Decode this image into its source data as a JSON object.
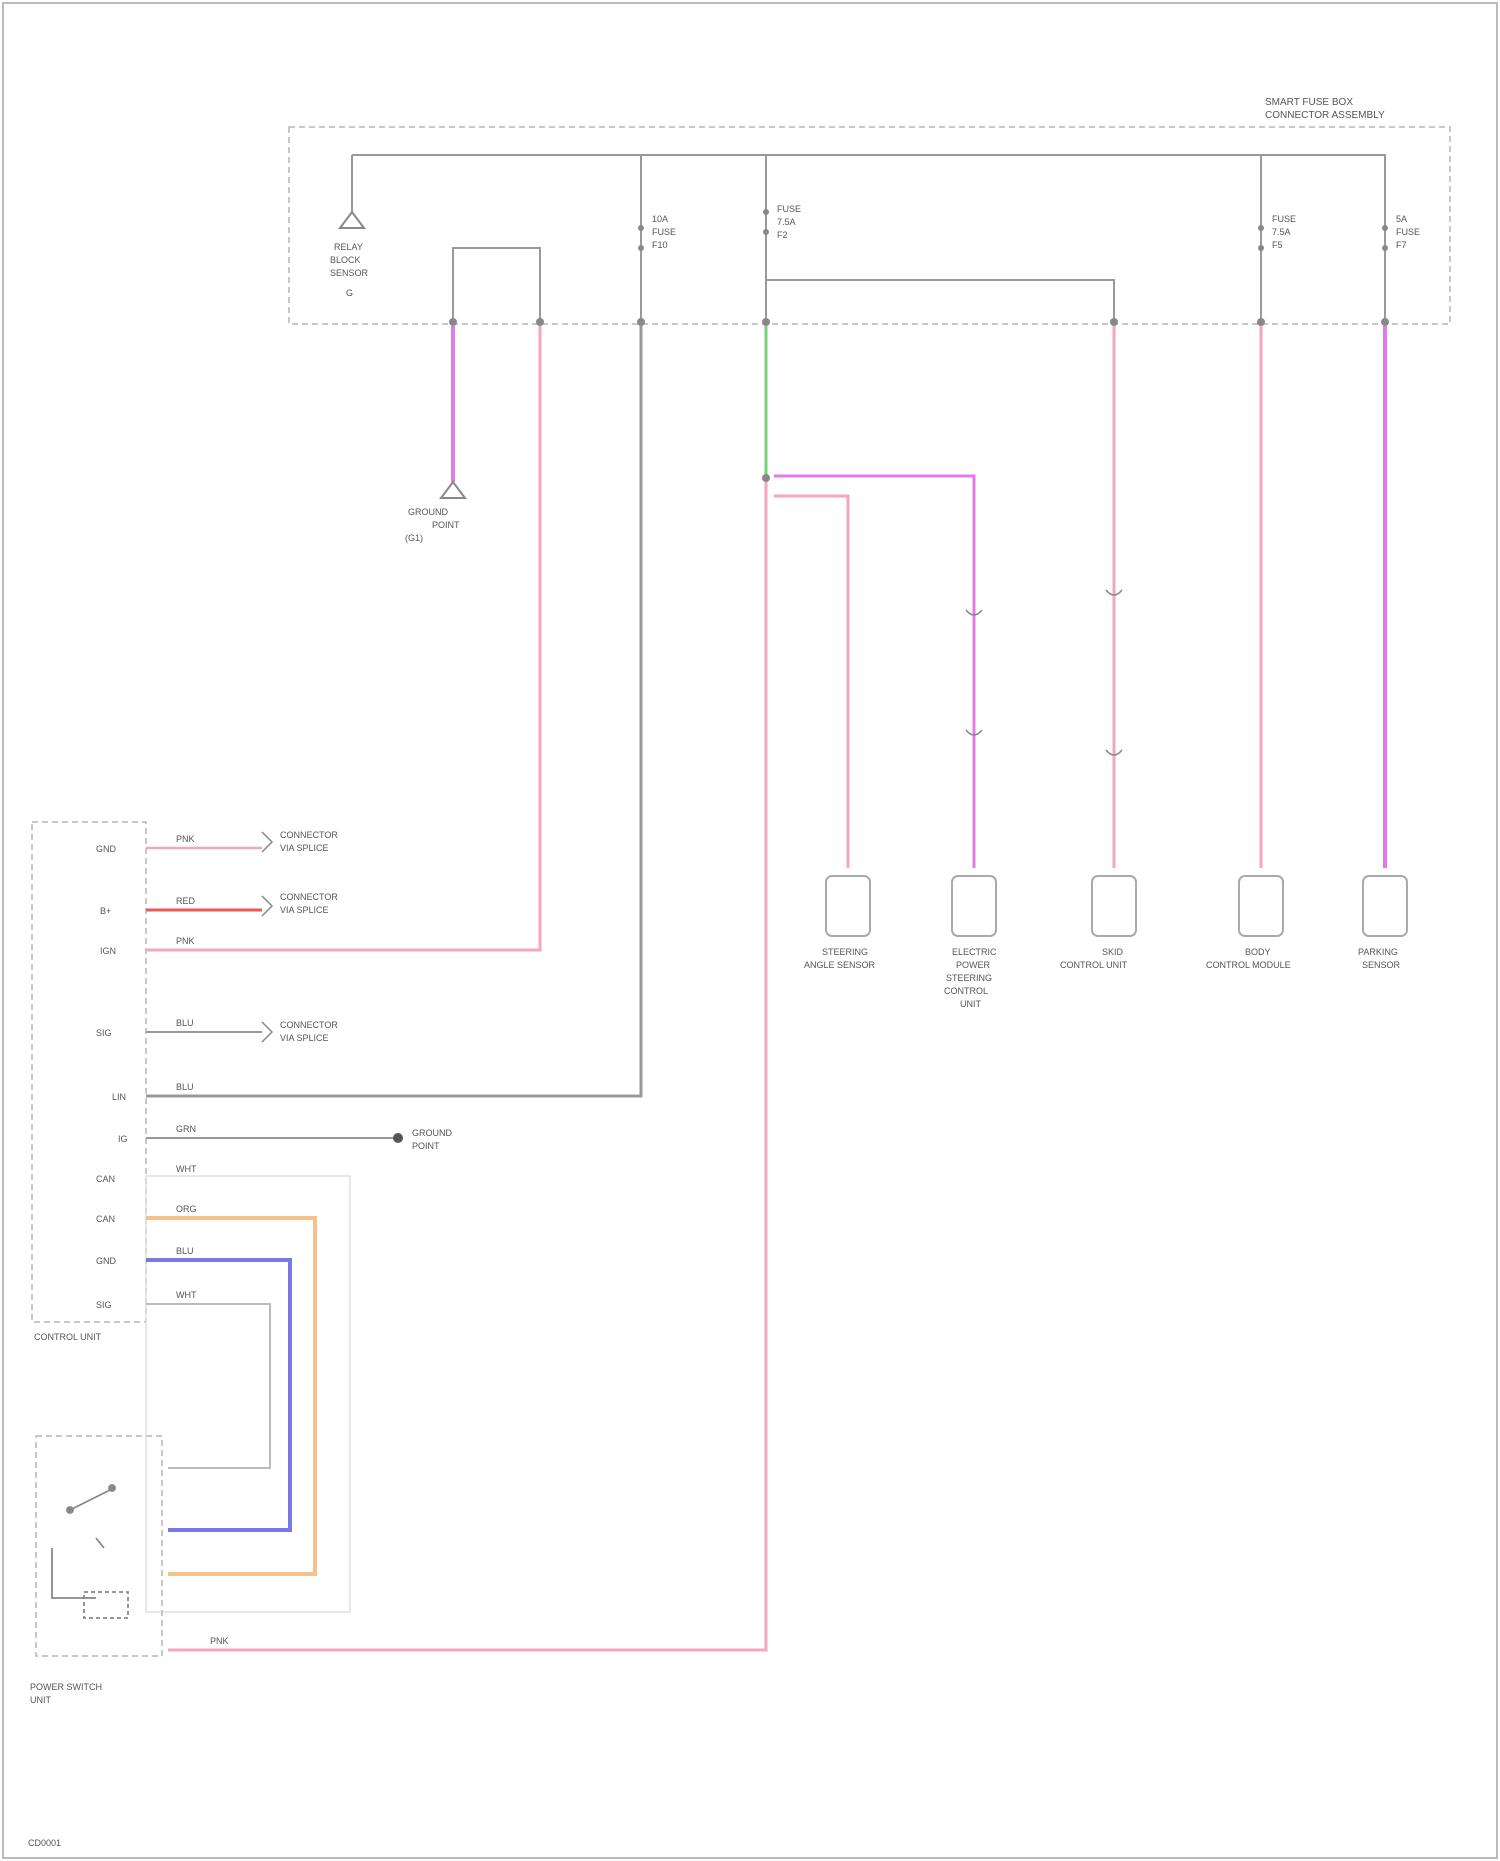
{
  "diagram": {
    "top_box_label": [
      "SMART FUSE BOX",
      "CONNECTOR ASSEMBLY"
    ],
    "fuses": [
      {
        "id": "fuse-1",
        "label": [
          "10A",
          "FUSE",
          "F10"
        ]
      },
      {
        "id": "fuse-2",
        "label": [
          "FUSE",
          "7.5A",
          "F2"
        ]
      },
      {
        "id": "fuse-3",
        "label": [
          "FUSE",
          "7.5A",
          "F5"
        ]
      },
      {
        "id": "fuse-4",
        "label": [
          "5A",
          "FUSE",
          "F7"
        ]
      }
    ],
    "top_ground_label": [
      "RELAY",
      "BLOCK",
      "SENSOR"
    ],
    "top_ground_ref": "G",
    "mid_ground_label": [
      "GROUND",
      "POINT",
      "(G1)"
    ],
    "components": [
      {
        "id": "comp-1",
        "label": [
          "STEERING",
          "ANGLE SENSOR"
        ]
      },
      {
        "id": "comp-2",
        "label": [
          "ELECTRIC",
          "POWER",
          "STEERING",
          "CONTROL",
          "UNIT"
        ]
      },
      {
        "id": "comp-3",
        "label": [
          "SKID",
          "CONTROL UNIT"
        ]
      },
      {
        "id": "comp-4",
        "label": [
          "BODY",
          "CONTROL MODULE"
        ]
      },
      {
        "id": "comp-5",
        "label": [
          "PARKING",
          "SENSOR"
        ]
      }
    ],
    "left_module_label": "CONTROL UNIT",
    "switch_label": [
      "POWER SWITCH",
      "UNIT"
    ],
    "pin_labels": [
      "GND",
      "B+",
      "IGN",
      "SIG",
      "LIN",
      "IG",
      "CAN",
      "CAN",
      "GND",
      "SIG"
    ],
    "wire_labels": [
      "PNK",
      "RED",
      "PNK",
      "BLU",
      "BLU",
      "GRN",
      "WHT",
      "ORG",
      "BLU",
      "WHT",
      "PNK"
    ],
    "right_notes": [
      [
        "CONNECTOR",
        "VIA SPLICE"
      ],
      [
        "CONNECTOR",
        "VIA SPLICE"
      ],
      [
        "CONNECTOR",
        "VIA SPLICE"
      ]
    ],
    "ground_point": [
      "GROUND",
      "POINT"
    ],
    "footer": "CD0001"
  }
}
